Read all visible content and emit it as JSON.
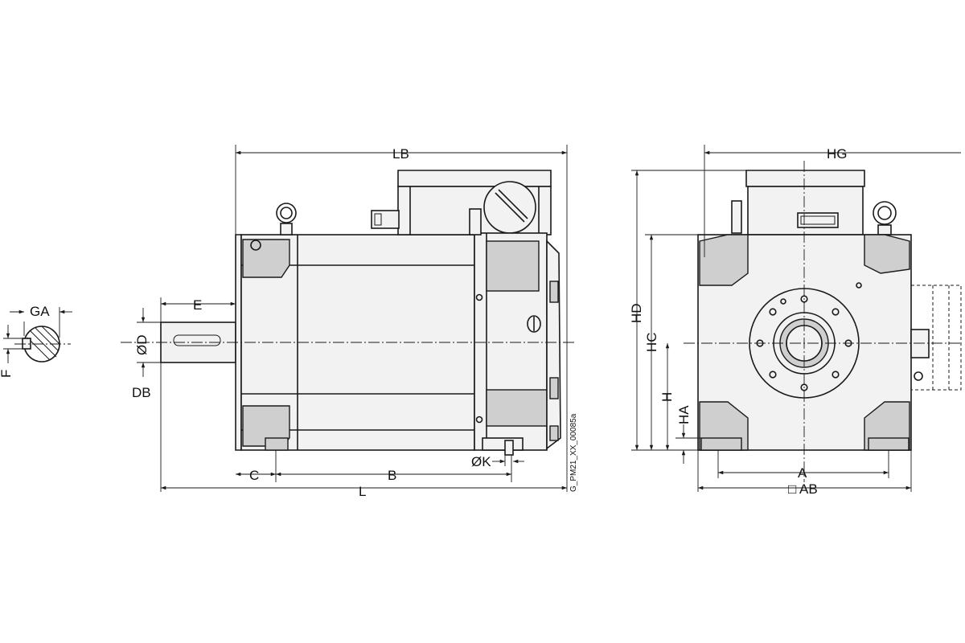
{
  "labels": {
    "ga": "GA",
    "f": "F",
    "e": "E",
    "d": "ØD",
    "db": "DB",
    "lb": "LB",
    "c": "C",
    "b": "B",
    "l": "L",
    "k": "ØK",
    "hg": "HG",
    "hd": "HD",
    "hc": "HC",
    "h": "H",
    "ha": "HA",
    "a": "A",
    "ab": "□ AB"
  },
  "drawing_code": "G_PM21_XX_00085a"
}
